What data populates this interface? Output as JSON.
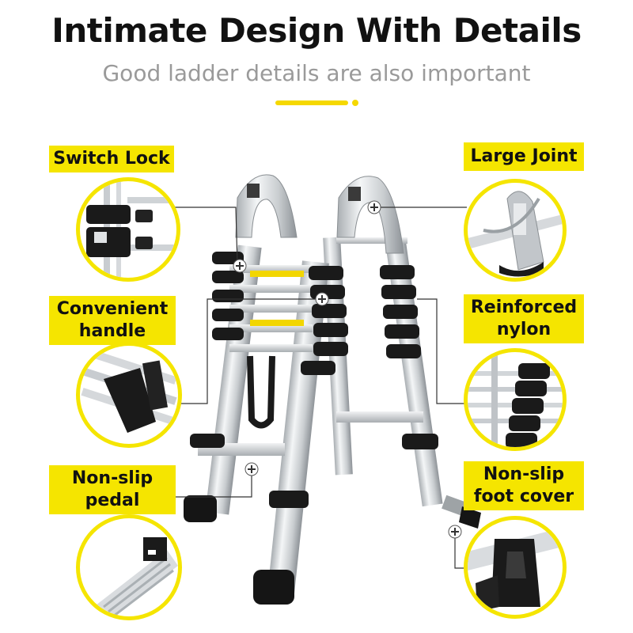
{
  "header": {
    "title": "Intimate Design With Details",
    "subtitle": "Good ladder details are also important"
  },
  "callouts": {
    "switch_lock": {
      "line1": "Switch Lock"
    },
    "convenient_handle": {
      "line1": "Convenient",
      "line2": "handle"
    },
    "non_slip_pedal": {
      "line1": "Non-slip",
      "line2": "pedal"
    },
    "large_joint": {
      "line1": "Large Joint"
    },
    "reinforced_nylon": {
      "line1": "Reinforced",
      "line2": "nylon"
    },
    "non_slip_foot_cover": {
      "line1": "Non-slip",
      "line2": "foot cover"
    }
  },
  "colors": {
    "accent_yellow": "#f5e500",
    "title_black": "#111111",
    "subtitle_gray": "#9a9a9a",
    "ladder_silver": "#d9dde0",
    "rubber_black": "#1a1a1a"
  }
}
